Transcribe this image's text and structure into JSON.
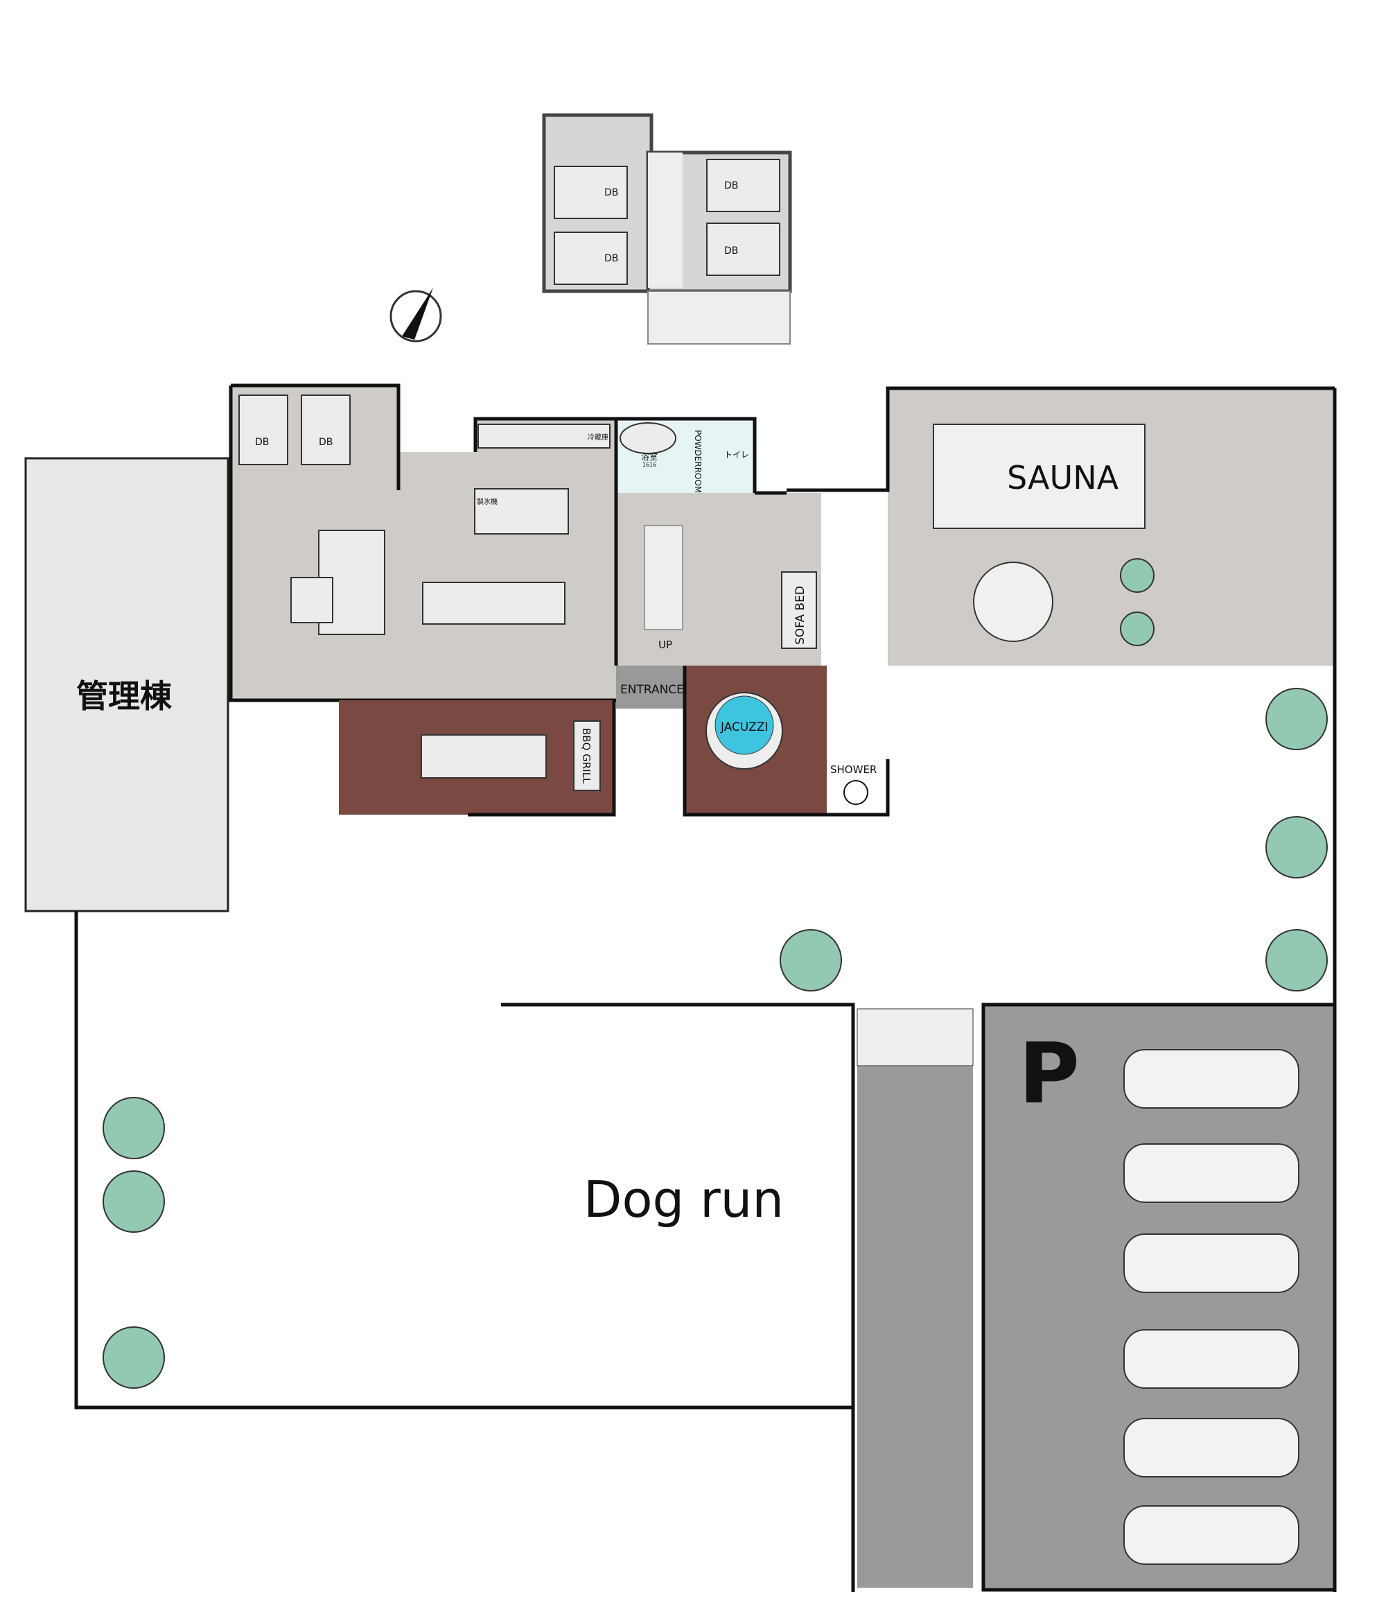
{
  "buildings": {
    "management": "管理棟",
    "sauna": "SAUNA",
    "dog_run": "Dog run",
    "parking": "P"
  },
  "rooms": {
    "jacuzzi": "JACUZZI",
    "shower": "SHOWER",
    "entrance": "ENTRANCE",
    "bbq": "BBQ GRILL",
    "sofa_bed": "SOFA BED",
    "up": "UP",
    "powder_room": "POWDERROOM",
    "bath": "浴室",
    "bath_size": "1616",
    "fridge": "冷蔵庫",
    "ice_maker": "製氷機",
    "toilet": "トイレ"
  },
  "beds": [
    "DB",
    "DB",
    "DB",
    "DB",
    "DB",
    "DB"
  ],
  "colors": {
    "floor": "#cfcbc6",
    "deck": "#7a4a42",
    "parking": "#9a9a9a",
    "tree": "#93c9b0",
    "jacuzzi": "#3fc4e0"
  }
}
